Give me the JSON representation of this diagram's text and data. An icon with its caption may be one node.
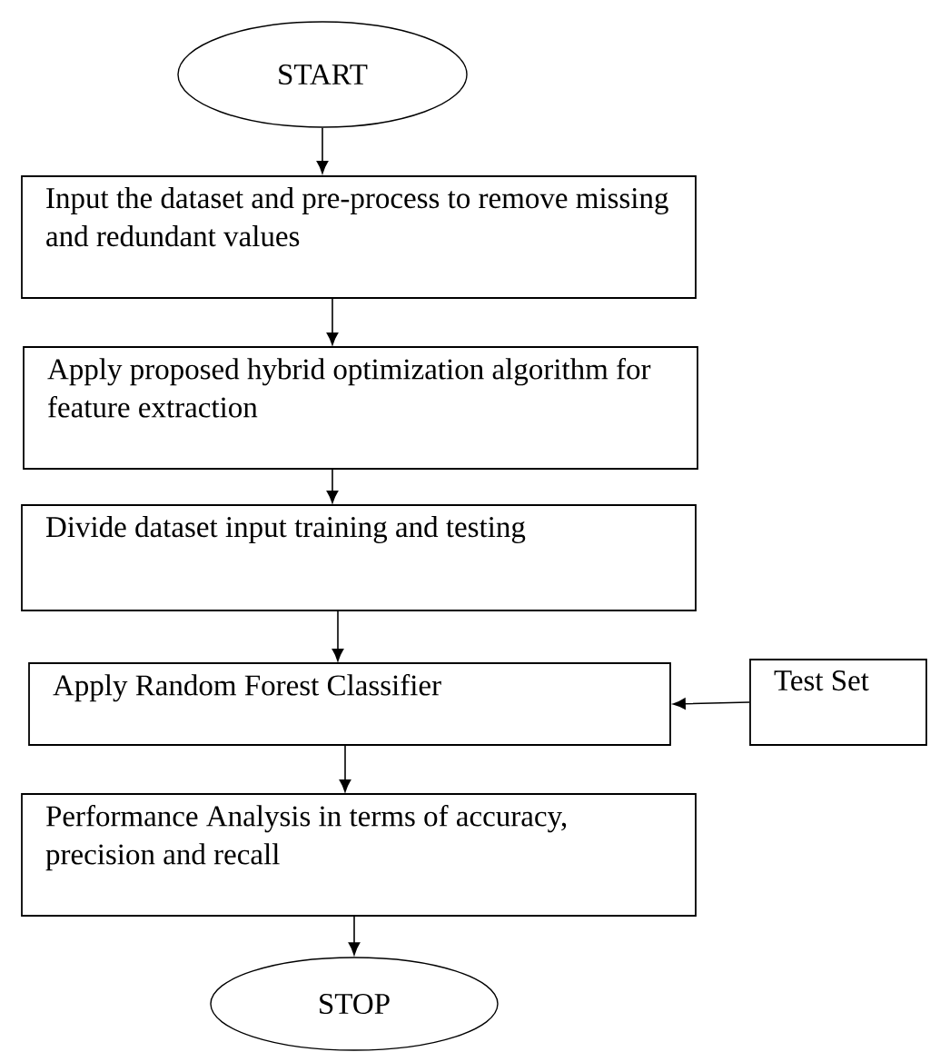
{
  "diagram": {
    "nodes": [
      {
        "text": [
          "START"
        ]
      },
      {
        "text": [
          "Input the dataset and pre-process to remove missing and redundant values"
        ]
      },
      {
        "text": [
          "Apply proposed hybrid optimization algorithm for feature extraction"
        ]
      },
      {
        "text": [
          "Divide dataset input training and testing"
        ]
      },
      {
        "text": [
          "Apply Random Forest Classifier"
        ]
      },
      {
        "text": [
          "Test Set"
        ]
      },
      {
        "text": [
          "Performance Analysis in terms of accuracy, precision and recall"
        ]
      },
      {
        "text": [
          "STOP"
        ]
      }
    ],
    "edges": [
      {
        "from": 0,
        "to": 1,
        "arrow": "to"
      },
      {
        "from": 1,
        "to": 2,
        "arrow": "to"
      },
      {
        "from": 2,
        "to": 3,
        "arrow": "to"
      },
      {
        "from": 3,
        "to": 4,
        "arrow": "to"
      },
      {
        "from": 5,
        "to": 4,
        "arrow": "to"
      },
      {
        "from": 4,
        "to": 6,
        "arrow": "to"
      },
      {
        "from": 6,
        "to": 7,
        "arrow": "to"
      }
    ]
  }
}
